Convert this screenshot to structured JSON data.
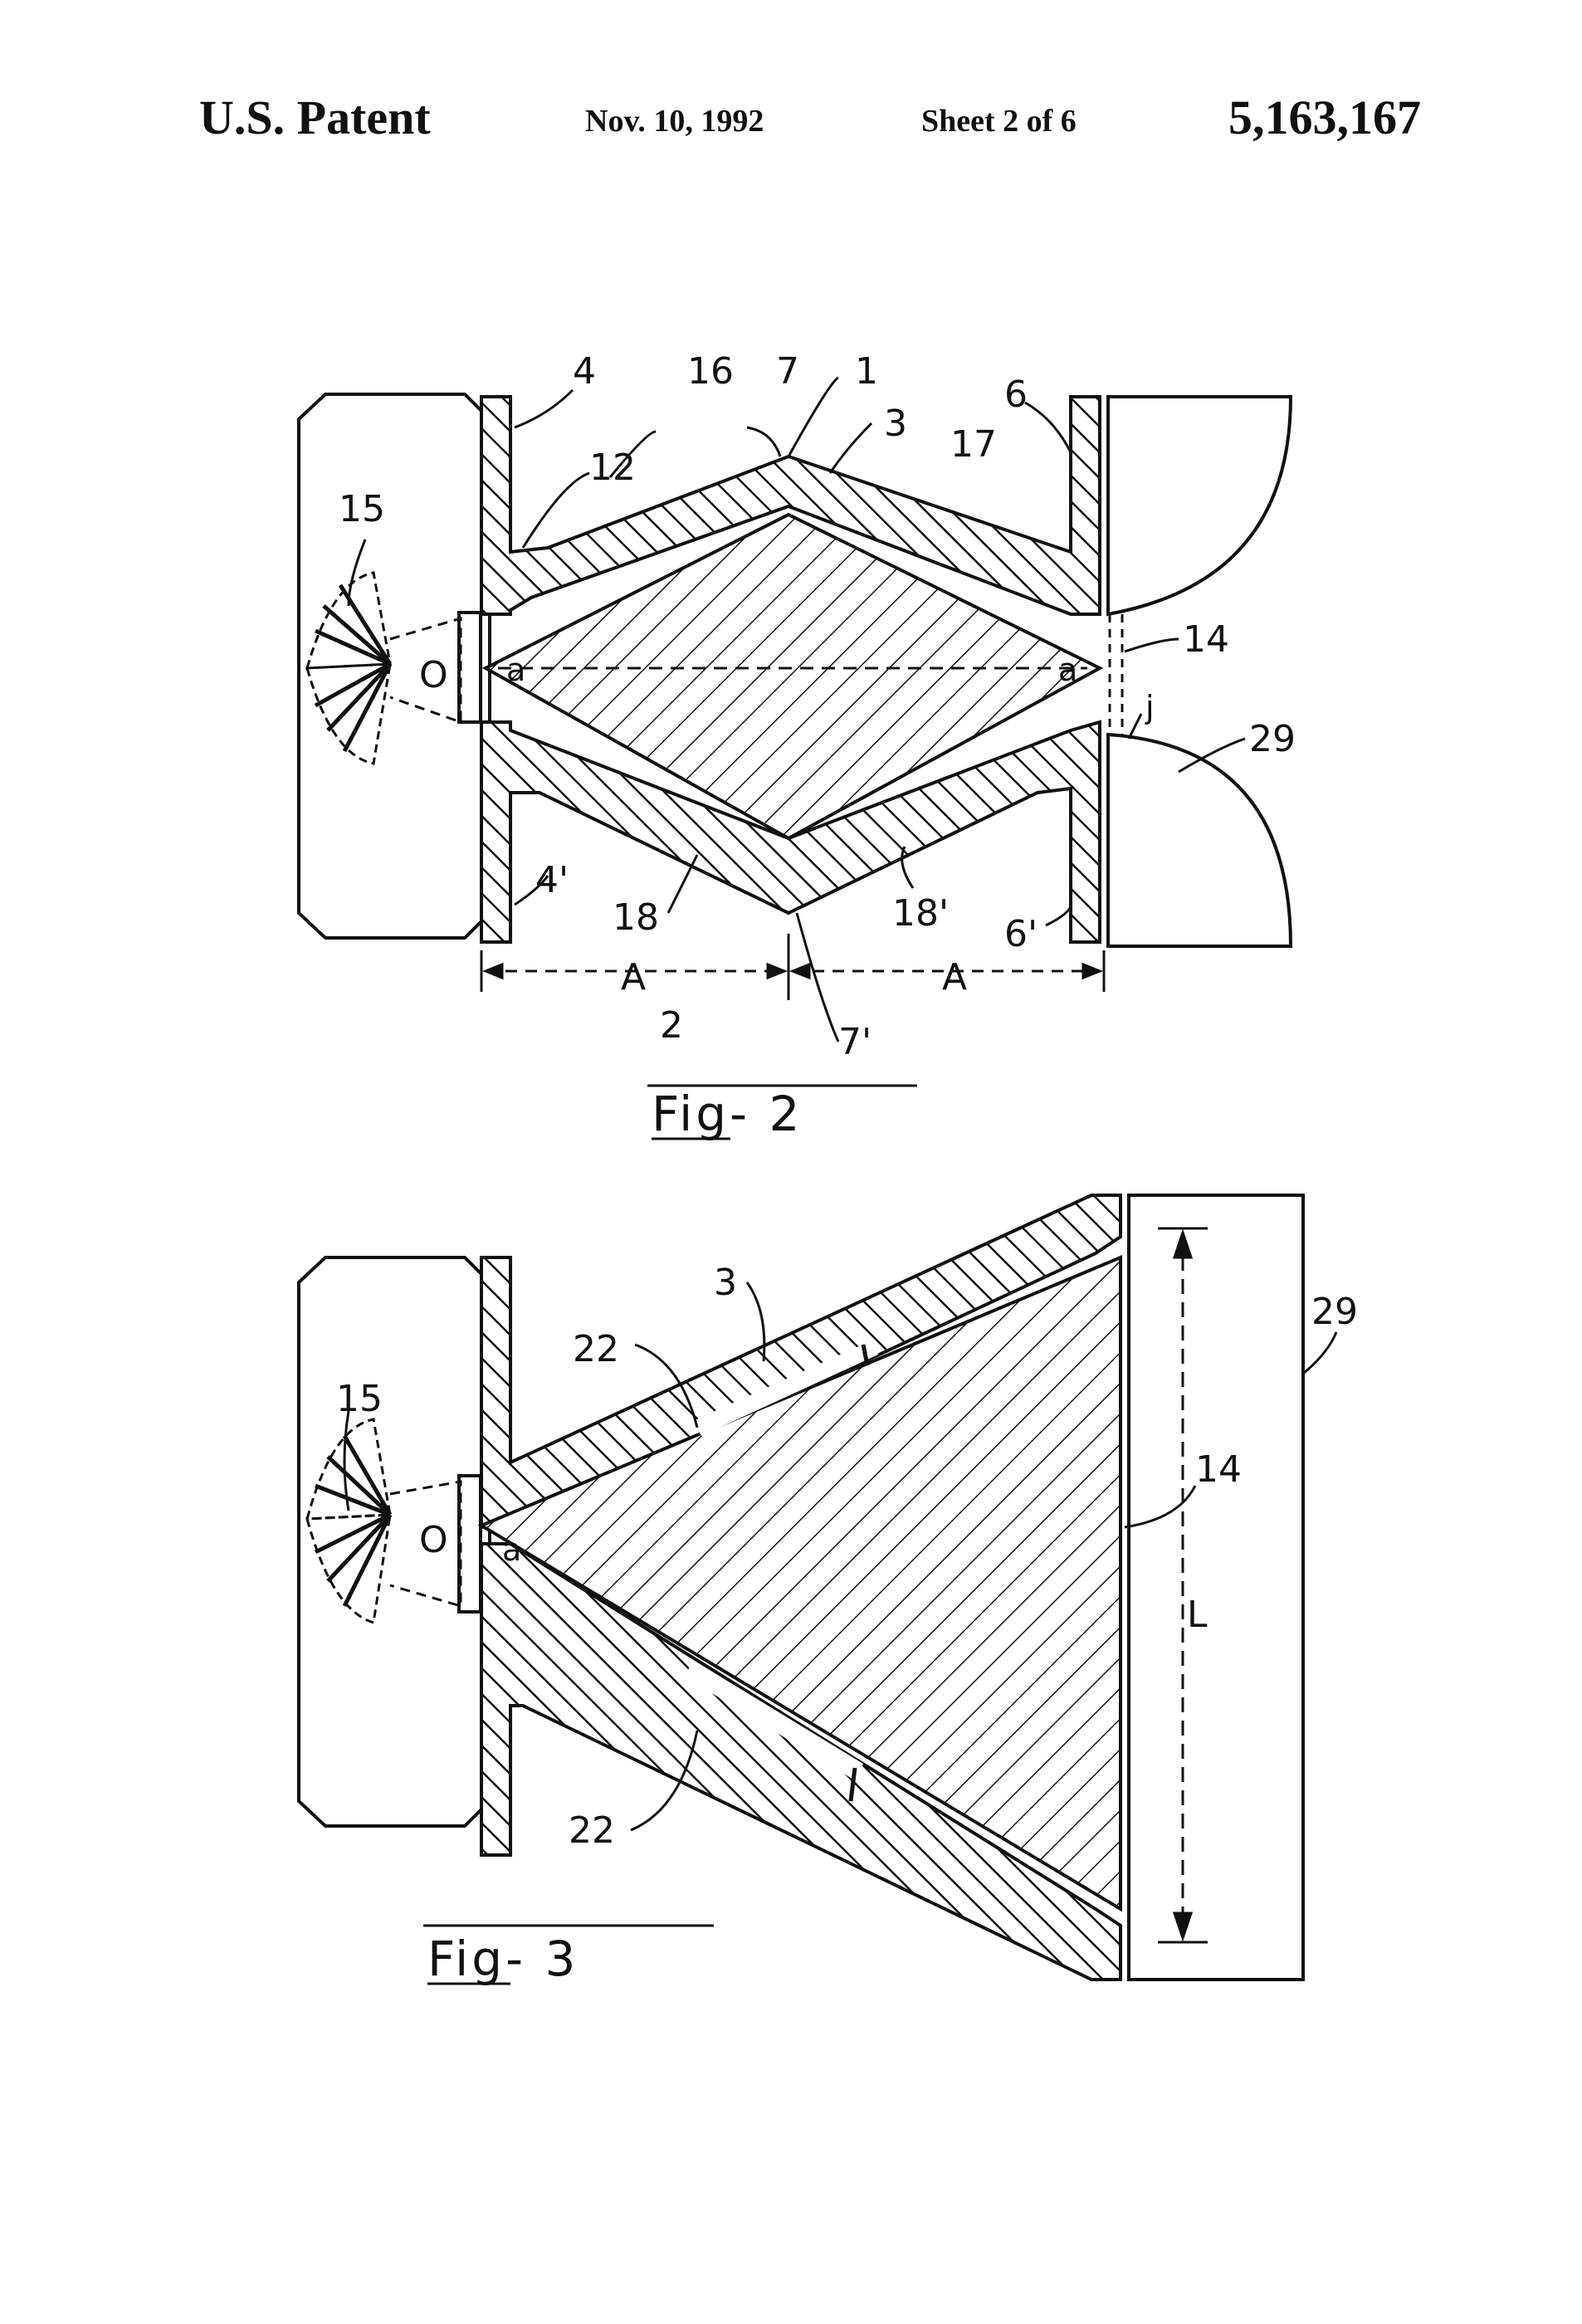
{
  "header": {
    "patent": "U.S. Patent",
    "date": "Nov. 10, 1992",
    "sheet": "Sheet 2 of 6",
    "number": "5,163,167"
  },
  "fig2": {
    "caption": "Fig- 2",
    "labels": {
      "l4": "4",
      "l16": "16",
      "l7": "7",
      "l1": "1",
      "l6": "6",
      "l3": "3",
      "l17": "17",
      "l12": "12",
      "l15": "15",
      "lO": "O",
      "la_left": "a",
      "la_right": "a",
      "l14": "14",
      "lj": "j",
      "l29": "29",
      "l4p": "4'",
      "l18": "18",
      "l18p": "18'",
      "l6p": "6'",
      "lA1": "A",
      "lA2": "A",
      "l2": "2",
      "l7p": "7'"
    }
  },
  "fig3": {
    "caption": "Fig- 3",
    "labels": {
      "l3": "3",
      "l29": "29",
      "l22a": "22",
      "l15": "15",
      "l14": "14",
      "lO": "O",
      "la": "a",
      "lL": "L",
      "l22b": "22"
    }
  }
}
